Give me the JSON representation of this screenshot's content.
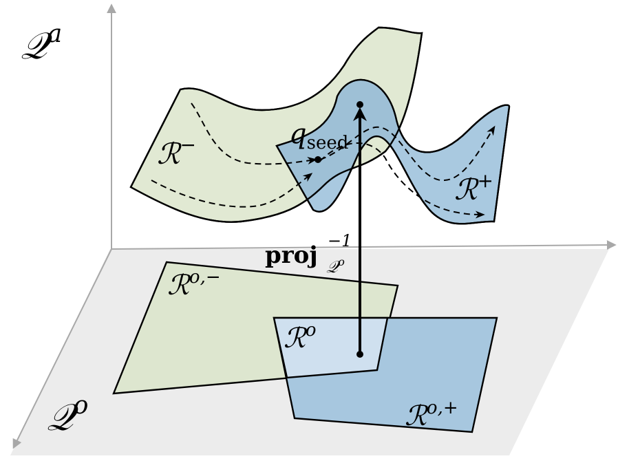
{
  "labels": {
    "qa_main": "𝒬",
    "qa_sup": "a",
    "qo_main": "𝒬",
    "qo_sup": "o",
    "r_minus_main": "ℛ",
    "r_minus_sup": "−",
    "r_plus_main": "ℛ",
    "r_plus_sup": "+",
    "q_seed_main": "q",
    "q_seed_sub": "seed",
    "proj_main": "proj",
    "proj_sup": "−1",
    "proj_sub_main": "𝒬",
    "proj_sub_sup": "o",
    "ro_minus_main": "ℛ",
    "ro_minus_sup": "o,−",
    "ro_main": "ℛ",
    "ro_sup": "o",
    "ro_plus_main": "ℛ",
    "ro_plus_sup": "o,+"
  },
  "colors": {
    "green_fill": "#e1e9d3",
    "green_region_fill": "#dde6cf",
    "blue_fill": "#a9c9e0",
    "blue_region_fill": "#a7c7df",
    "overlap_fill": "#cfe0ef",
    "overlap_surface_fill": "#9ec0d6",
    "plane_fill": "#ececec",
    "axis_color": "#a8a8a8",
    "stroke": "#000000"
  }
}
